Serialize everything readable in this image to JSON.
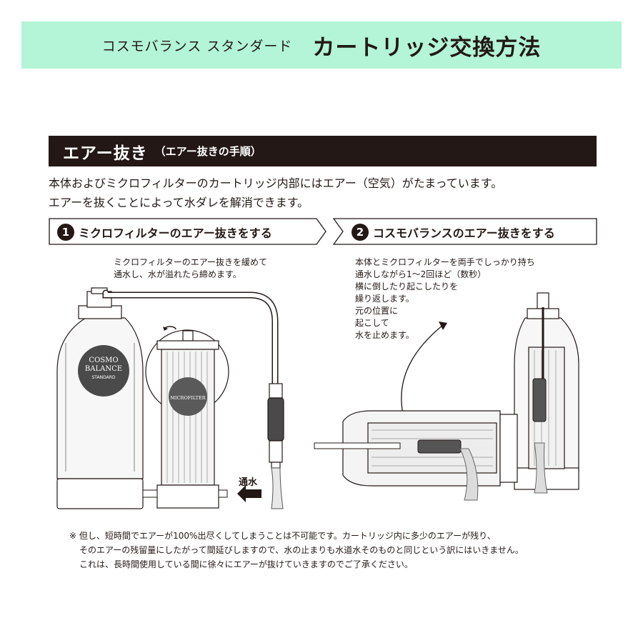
{
  "header": {
    "subtitle": "コスモバランス スタンダード",
    "title": "カートリッジ交換方法",
    "band_color": "#b3f5d6"
  },
  "section": {
    "title": "エアー抜き",
    "subtitle": "（エアー抜きの手順）"
  },
  "intro": {
    "line1": "本体およびミクロフィルターのカートリッジ内部にはエアー（空気）がたまっています。",
    "line2": "エアーを抜くことによって水ダレを解消できます。"
  },
  "steps": [
    {
      "number": "1",
      "title": "ミクロフィルターのエアー抜きをする",
      "caption": [
        "ミクロフィルターのエアー抜きを緩めて",
        "通水し、水が溢れたら締めます。"
      ],
      "label_water": "通水"
    },
    {
      "number": "2",
      "title": "コスモバランスのエアー抜きをする",
      "caption": [
        "本体とミクロフィルターを両手でしっかり持ち",
        "通水しながら1～2回ほど（数秒）",
        "横に倒したり起こしたりを",
        "繰り返します。",
        "元の位置に",
        "起こして",
        "水を止めます。"
      ]
    }
  ],
  "product_labels": {
    "main_line1": "COSMO",
    "main_line2": "BALANCE",
    "main_line3": "STANDARD",
    "filter": "MICROFILTER"
  },
  "notes": {
    "line1": "※ 但し、短時間でエアーが100%出尽くしてしまうことは不可能です。カートリッジ内に多少のエアーが残り、",
    "line2": "そのエアーの残留量にしたがって間延びしますので、水の止まりも水道水そのものと同じという訳にはいきません。",
    "line3": "これは、長時間使用している間に徐々にエアーが抜けていきますのでご了承ください。"
  }
}
